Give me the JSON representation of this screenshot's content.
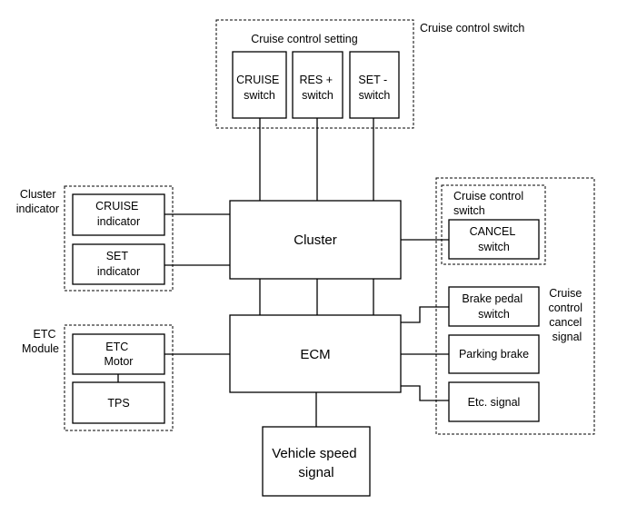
{
  "groups": {
    "cruise_switch_label": "Cruise control switch",
    "cruise_setting_label": "Cruise control setting",
    "cluster_indicator_label": [
      "Cluster",
      "indicator"
    ],
    "etc_module_label": [
      "ETC",
      "Module"
    ],
    "cancel_group_label": [
      "Cruise control",
      "switch"
    ],
    "cancel_signal_label": [
      "Cruise",
      "control",
      "cancel",
      "signal"
    ]
  },
  "blocks": {
    "cruise_switch": [
      "CRUISE",
      "switch"
    ],
    "res_switch": [
      "RES +",
      "switch"
    ],
    "set_switch": [
      "SET -",
      "switch"
    ],
    "cruise_indicator": [
      "CRUISE",
      "indicator"
    ],
    "set_indicator": [
      "SET",
      "indicator"
    ],
    "cluster": "Cluster",
    "cancel_switch": [
      "CANCEL",
      "switch"
    ],
    "etc_motor": [
      "ETC",
      "Motor"
    ],
    "tps": "TPS",
    "ecm": "ECM",
    "brake_pedal_switch": [
      "Brake pedal",
      "switch"
    ],
    "parking_brake": "Parking brake",
    "etc_signal": "Etc. signal",
    "vehicle_speed_signal": [
      "Vehicle speed",
      "signal"
    ]
  }
}
